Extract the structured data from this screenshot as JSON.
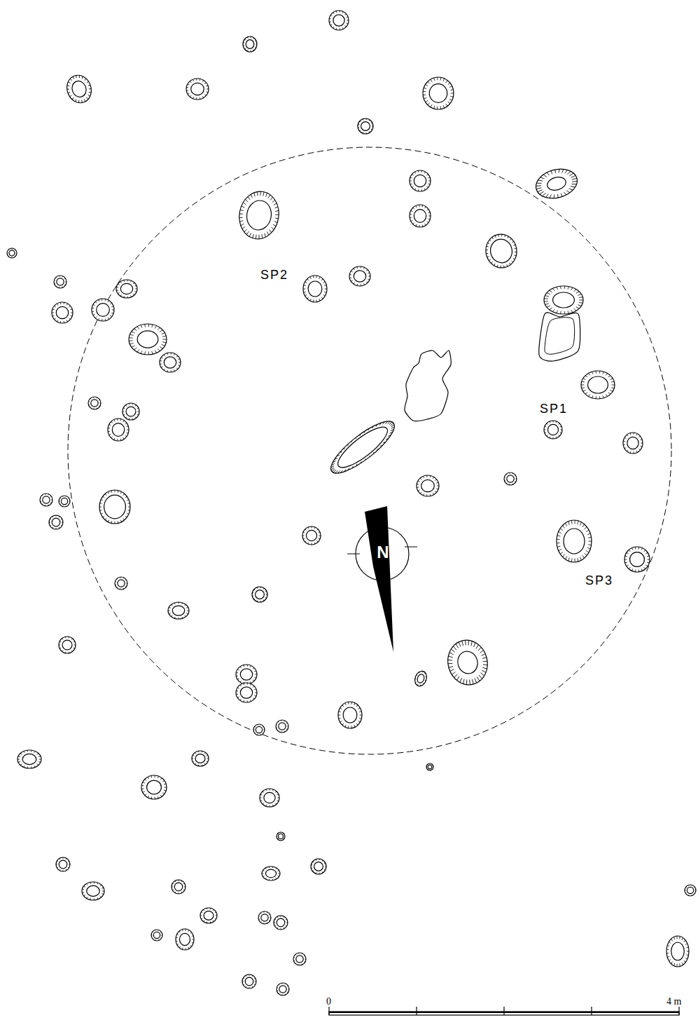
{
  "diagram": {
    "labels": [
      "SP2",
      "SP1",
      "SP3",
      "N",
      "0",
      "4 m"
    ]
  }
}
